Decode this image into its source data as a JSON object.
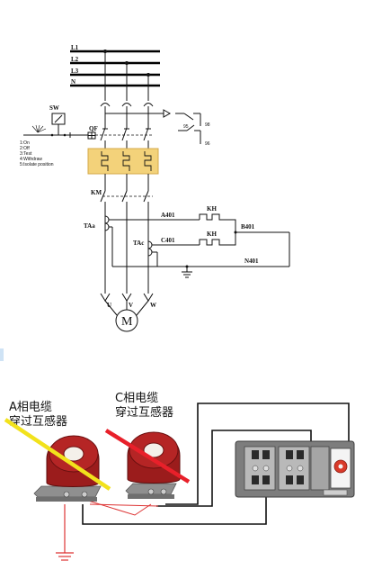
{
  "bus_labels": [
    "L1",
    "L2",
    "L3",
    "N"
  ],
  "switch": {
    "label": "SW",
    "positions": [
      "1:On",
      "2:Off",
      "3:Test",
      "4:Withdraw",
      "5:Isolate position"
    ]
  },
  "breaker_label": "QF",
  "aux_contacts": [
    "98",
    "95",
    "96"
  ],
  "contactor_label": "KM",
  "ct_labels": [
    "TAa",
    "TAc"
  ],
  "wire_labels": [
    "A401",
    "C401",
    "B401",
    "N401"
  ],
  "relay_labels": [
    "KH",
    "KH"
  ],
  "motor": {
    "terminals": [
      "U",
      "V",
      "W"
    ],
    "symbol": "M"
  },
  "photo_captions": {
    "ct_a": [
      "A相电缆",
      "穿过互感器"
    ],
    "ct_c": [
      "C相电缆",
      "穿过互感器"
    ]
  },
  "colors": {
    "wire": "#111111",
    "ct_body": "#9b1c1c",
    "phase_a_cable": "#f2e21c",
    "phase_c_cable": "#e8202a",
    "breaker_highlight": "#f3d27a",
    "relay_body": "#7d7d7d",
    "corner_mark": "#cfe3f5"
  }
}
